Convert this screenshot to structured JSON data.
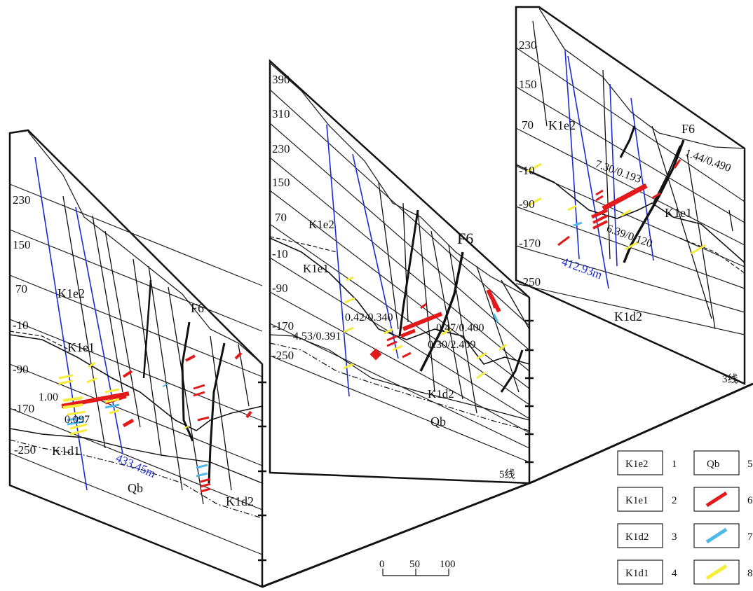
{
  "panel_left": {
    "elevations": [
      "230",
      "150",
      "70",
      "-10",
      "-90",
      "-170",
      "-250"
    ],
    "fault": "F6",
    "units": {
      "upper": "K1e2",
      "lower": "K1e1",
      "bottom_left": "K1d1",
      "bottom_right": "K1d2",
      "quaternary": "Qb"
    },
    "depth": "433.45m",
    "assays": [
      "1.00",
      "0.097"
    ]
  },
  "panel_middle": {
    "elevations": [
      "390",
      "310",
      "230",
      "150",
      "70",
      "-10",
      "-90",
      "-170",
      "-250"
    ],
    "fault": "F6",
    "units": {
      "upper": "K1e2",
      "lower": "K1e1",
      "bottom": "K1d2",
      "quaternary": "Qb"
    },
    "assays": [
      "0.42/0.340",
      "4.53/0.391",
      "0.47/0.400",
      "0.30/2.409"
    ],
    "line_label": "5线"
  },
  "panel_right": {
    "elevations": [
      "230",
      "150",
      "70",
      "-10",
      "-90",
      "-170",
      "-250"
    ],
    "fault": "F6",
    "units": {
      "upper": "K1e2",
      "lower": "K1e1",
      "bottom": "K1d2"
    },
    "depth": "412.93m",
    "assays": [
      "7.30/0.193",
      "1.44/0.490",
      "6.39/0.120"
    ],
    "line_label": "3线"
  },
  "scale": {
    "ticks": [
      "0",
      "50",
      "100"
    ]
  },
  "legend": [
    {
      "num": "1",
      "unit": "K1e2"
    },
    {
      "num": "2",
      "unit": "K1e1"
    },
    {
      "num": "3",
      "unit": "K1d2"
    },
    {
      "num": "4",
      "unit": "K1d1"
    },
    {
      "num": "5",
      "unit": "Qb"
    },
    {
      "num": "6",
      "color": "#e31a1c",
      "icon": "red-ore-body"
    },
    {
      "num": "7",
      "color": "#4fb9e8",
      "icon": "blue-ore-body"
    },
    {
      "num": "8",
      "color": "#f6ec3a",
      "icon": "yellow-ore-body"
    }
  ],
  "colors": {
    "red": "#e31a1c",
    "blue": "#4fb9e8",
    "yellow": "#f6ec3a",
    "drill": "#1b2ad6"
  }
}
